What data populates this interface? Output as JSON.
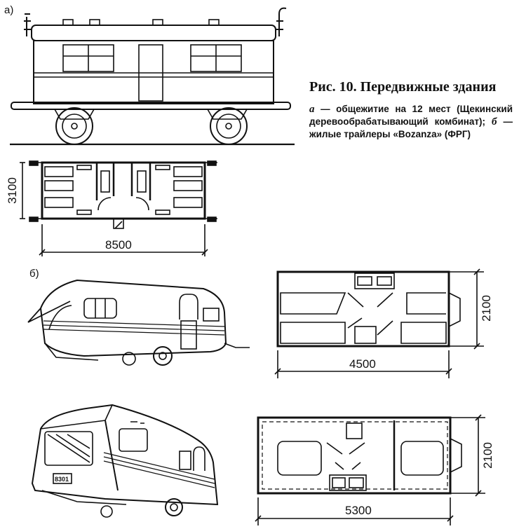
{
  "figure": {
    "title": "Рис. 10. Передвижные здания",
    "caption_a_letter": "а",
    "caption_a_text": " — общежитие на 12 мест (Щекинский деревообрабатывающий комбинат); ",
    "caption_b_letter": "б",
    "caption_b_text": " — жилые трайлеры «Bozanza» (ФРГ)"
  },
  "labels": {
    "part_a": "а)",
    "part_b": "б)"
  },
  "dimensions": {
    "dorm_width": "3100",
    "dorm_length": "8500",
    "trailer1_width": "2100",
    "trailer1_length": "4500",
    "trailer2_width": "2100",
    "trailer2_length": "5300"
  },
  "plates": {
    "license": "8301"
  }
}
